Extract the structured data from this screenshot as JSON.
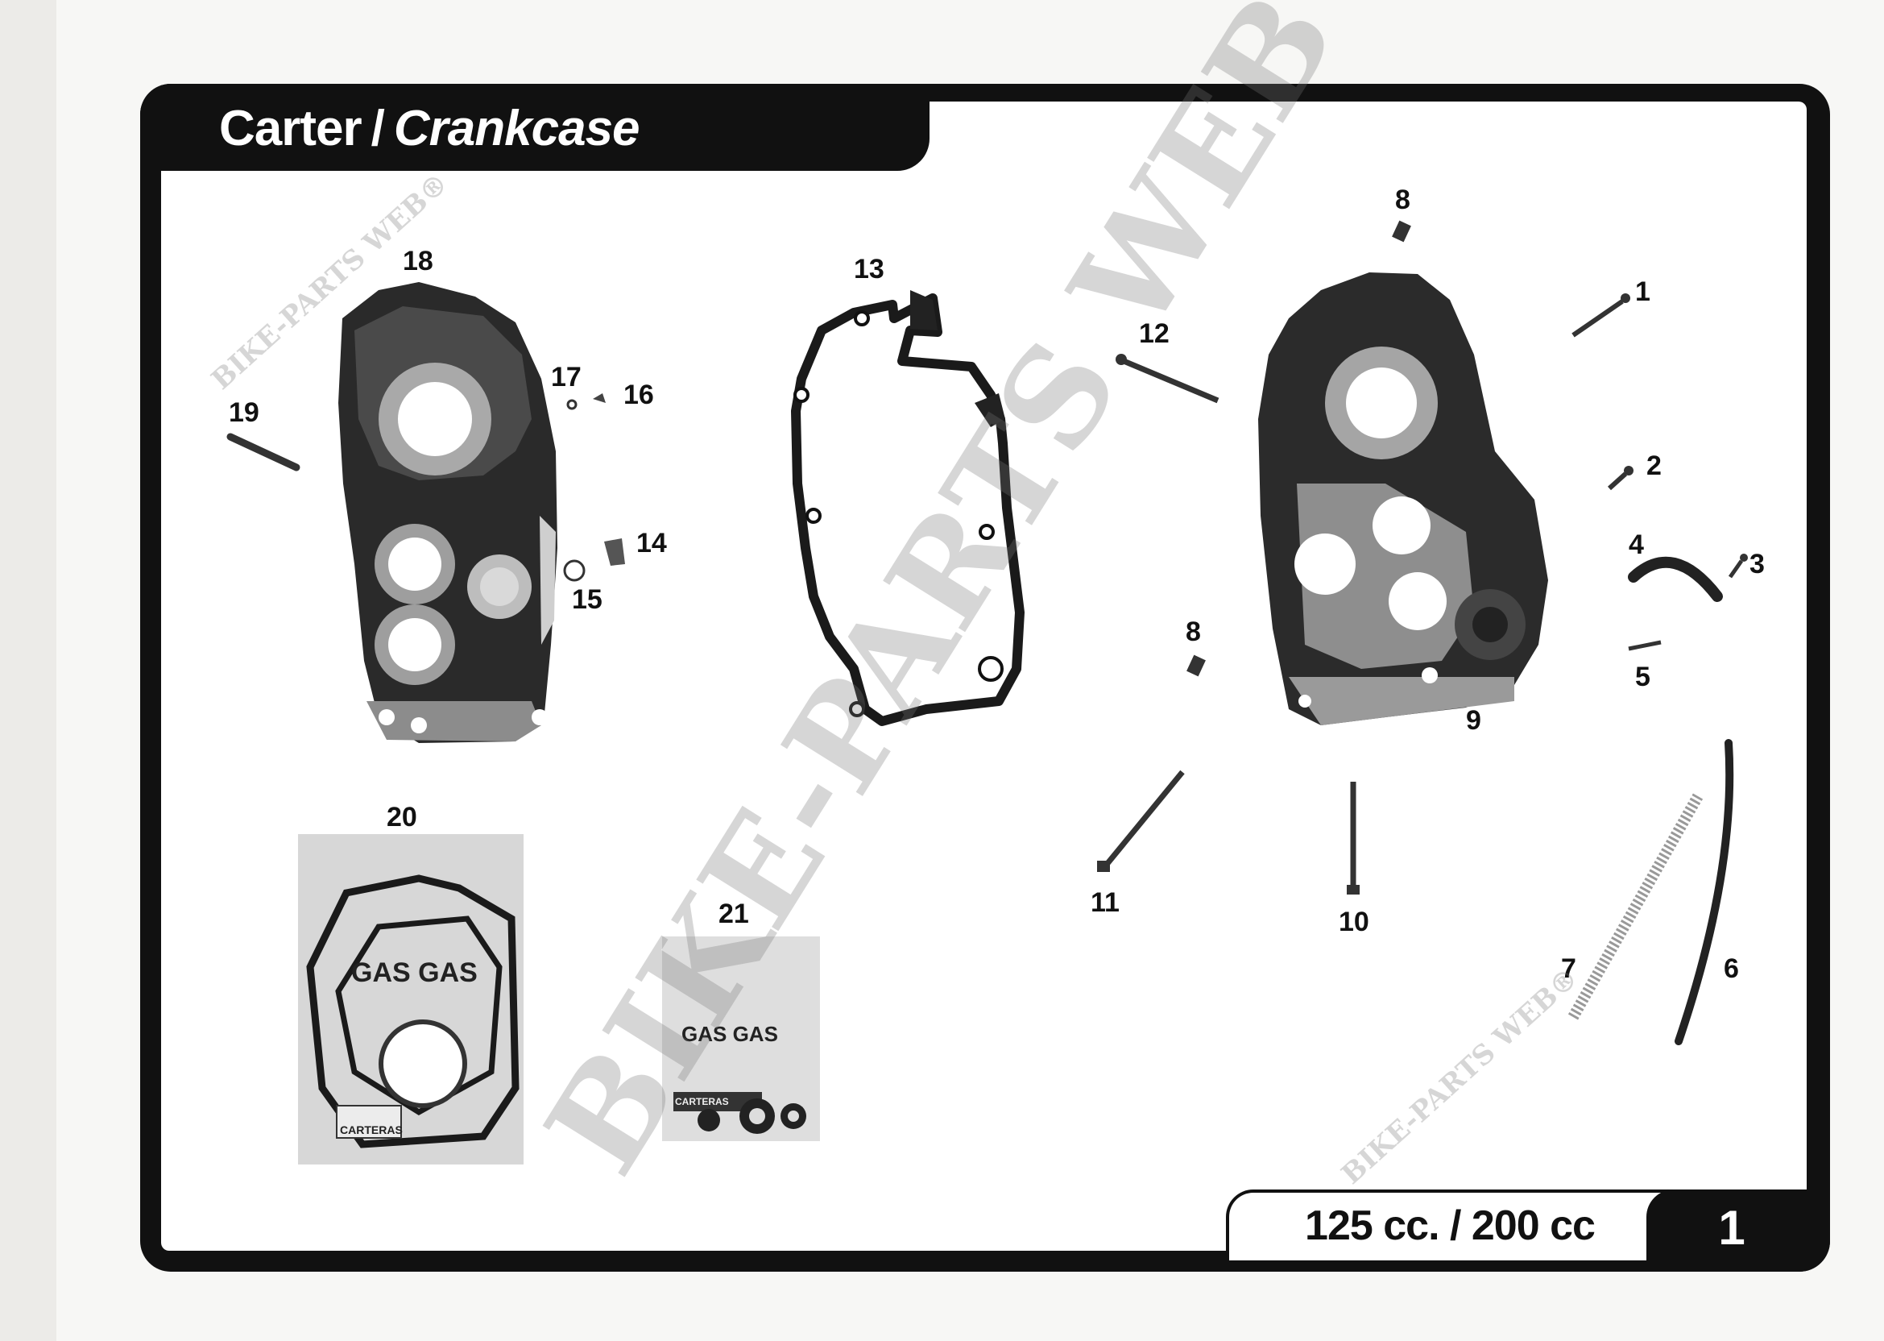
{
  "header": {
    "title_fr": "Carter",
    "title_sep": "/",
    "title_en": "Crankcase"
  },
  "footer": {
    "displacement": "125 cc. / 200 cc",
    "page_number": "1"
  },
  "watermark": {
    "main": "BIKE-PARTS WEB®",
    "small": "BIKE-PARTS WEB®"
  },
  "bag_labels": {
    "brand": "GAS GAS",
    "gasket_kit_code": "CARTERAS",
    "seal_kit_code": "CARTERAS"
  },
  "callouts": {
    "n1": "1",
    "n2": "2",
    "n3": "3",
    "n4": "4",
    "n5": "5",
    "n6": "6",
    "n7": "7",
    "n8a": "8",
    "n8b": "8",
    "n9": "9",
    "n10": "10",
    "n11": "11",
    "n12": "12",
    "n13": "13",
    "n14": "14",
    "n15": "15",
    "n16": "16",
    "n17": "17",
    "n18": "18",
    "n19": "19",
    "n20": "20",
    "n21": "21"
  },
  "colors": {
    "frame": "#111111",
    "paper": "#ffffff",
    "part_dark": "#2a2a2a",
    "part_metal": "#b9b9b9"
  }
}
